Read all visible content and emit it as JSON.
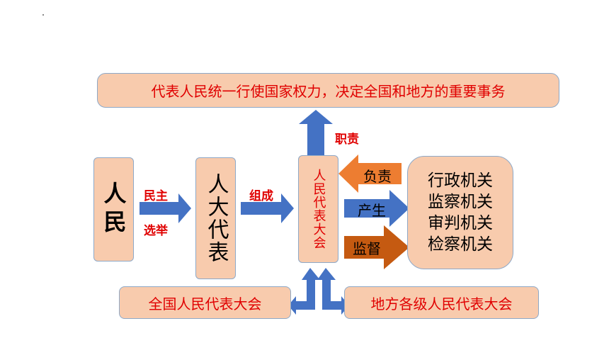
{
  "top_box": "代表人民统一行使国家权力，决定全国和地方的重要事务",
  "people": "人民",
  "npc_rep": "人大代表",
  "congress": "人民代表大会",
  "organs": [
    "行政机关",
    "监察机关",
    "审判机关",
    "检察机关"
  ],
  "labels": {
    "democratic": "民主",
    "election": "选举",
    "compose": "组成",
    "duty": "职责",
    "responsible": "负责",
    "produce": "产生",
    "supervise": "监督"
  },
  "bottom_left": "全国人民代表大会",
  "bottom_right": "地方各级人民代表大会",
  "colors": {
    "box_fill": "#f8cbad",
    "box_border": "#8ea9c8",
    "blue_arrow": "#4472c4",
    "orange_arrow": "#ed7d31",
    "brown_arrow": "#c55a11",
    "red_text": "#e00000"
  }
}
